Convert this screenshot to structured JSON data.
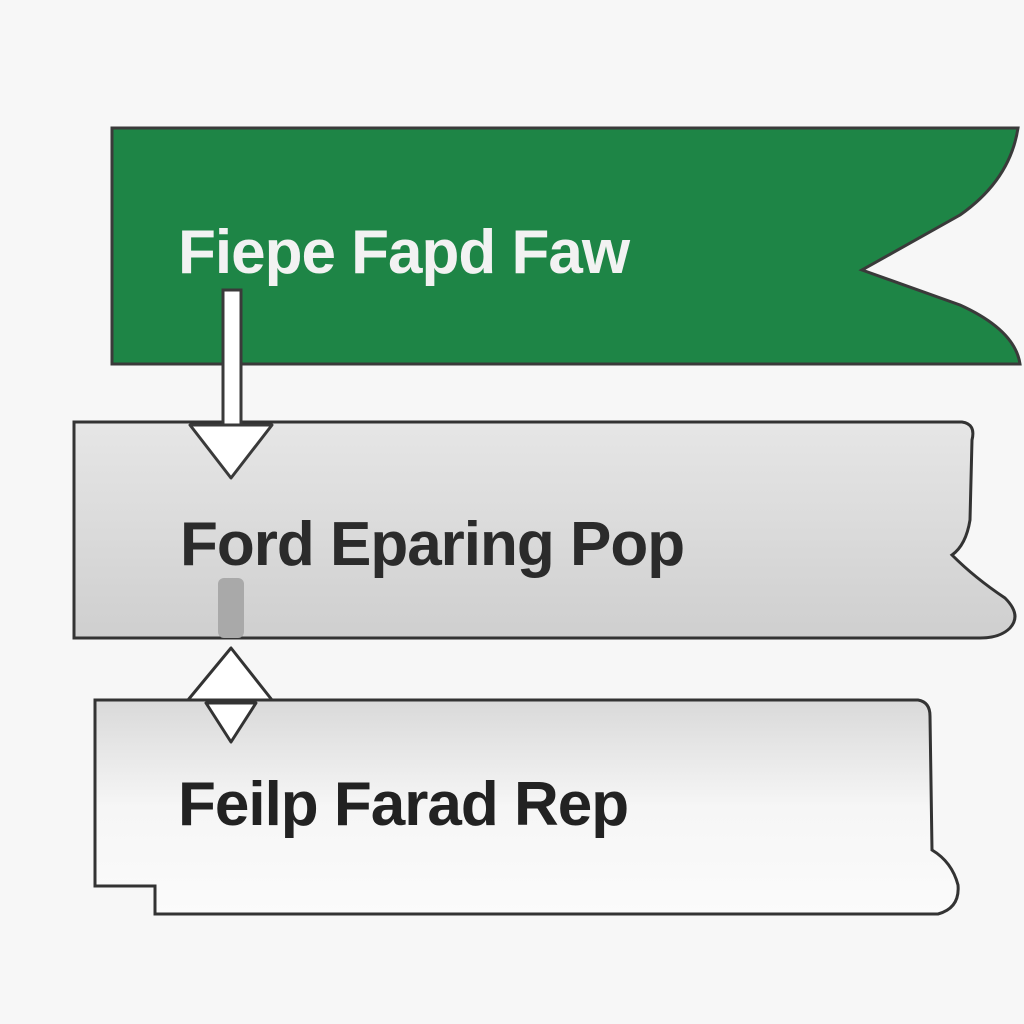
{
  "diagram": {
    "background": "#f7f7f7",
    "boxes": [
      {
        "id": "top",
        "label": "Fiepe Fapd Faw",
        "fill": "#1e8546",
        "stroke": "#3a3a3a",
        "text_color": "#f2f2f2"
      },
      {
        "id": "middle",
        "label": "Ford Eparing Pop",
        "fill": "#dcdcdc",
        "stroke": "#333333",
        "text_color": "#2b2b2b"
      },
      {
        "id": "bottom",
        "label": "Feilp Farad Rep",
        "fill": "#eeeeee",
        "stroke": "#333333",
        "text_color": "#222222"
      }
    ],
    "connectors": [
      {
        "from": "top",
        "to": "middle",
        "direction": "down"
      },
      {
        "from": "middle",
        "to": "bottom",
        "direction": "up"
      }
    ]
  }
}
